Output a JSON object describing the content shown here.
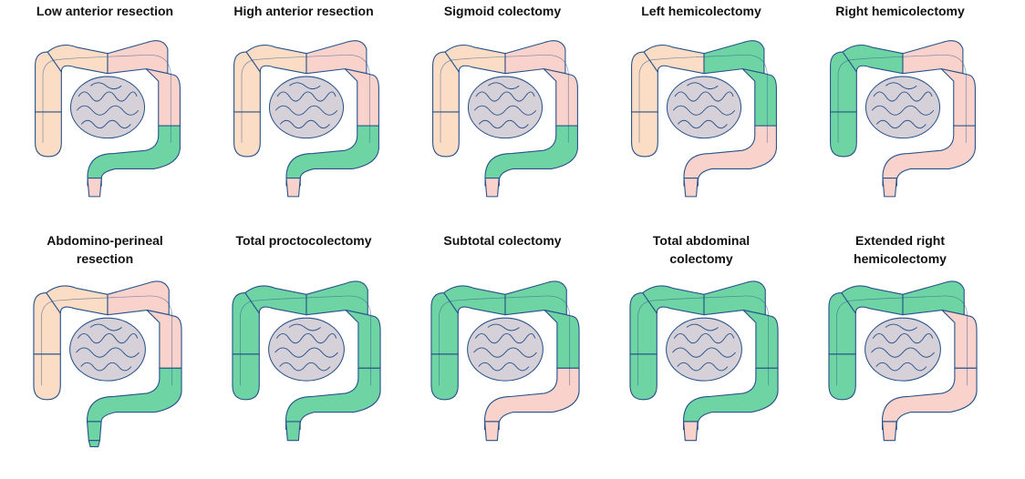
{
  "colors": {
    "normal_colon": "#fbdcc4",
    "normal_colon_left": "#f9d2cc",
    "resected": "#6ed4a4",
    "small_bowel": "#d6d0d8",
    "outline": "#27528a"
  },
  "panels": [
    {
      "title": "Low anterior resection",
      "resected_segments": [
        "distal-sigmoid",
        "upper-rectum"
      ]
    },
    {
      "title": "High anterior resection",
      "resected_segments": [
        "distal-sigmoid",
        "upper-rectum"
      ]
    },
    {
      "title": "Sigmoid colectomy",
      "resected_segments": [
        "sigmoid"
      ]
    },
    {
      "title": "Left hemicolectomy",
      "resected_segments": [
        "distal-transverse",
        "descending"
      ]
    },
    {
      "title": "Right hemicolectomy",
      "resected_segments": [
        "cecum",
        "ascending",
        "proximal-transverse"
      ]
    },
    {
      "title": "Abdomino-perineal\nresection",
      "resected_segments": [
        "distal-sigmoid",
        "rectum",
        "anus"
      ]
    },
    {
      "title": "Total proctocolectomy",
      "resected_segments": [
        "entire-colon",
        "rectum"
      ]
    },
    {
      "title": "Subtotal colectomy",
      "resected_segments": [
        "cecum",
        "ascending",
        "transverse",
        "descending"
      ]
    },
    {
      "title": "Total abdominal\ncolectomy",
      "resected_segments": [
        "cecum",
        "ascending",
        "transverse",
        "descending",
        "sigmoid"
      ]
    },
    {
      "title": "Extended right\nhemicolectomy",
      "resected_segments": [
        "cecum",
        "ascending",
        "transverse"
      ]
    }
  ]
}
